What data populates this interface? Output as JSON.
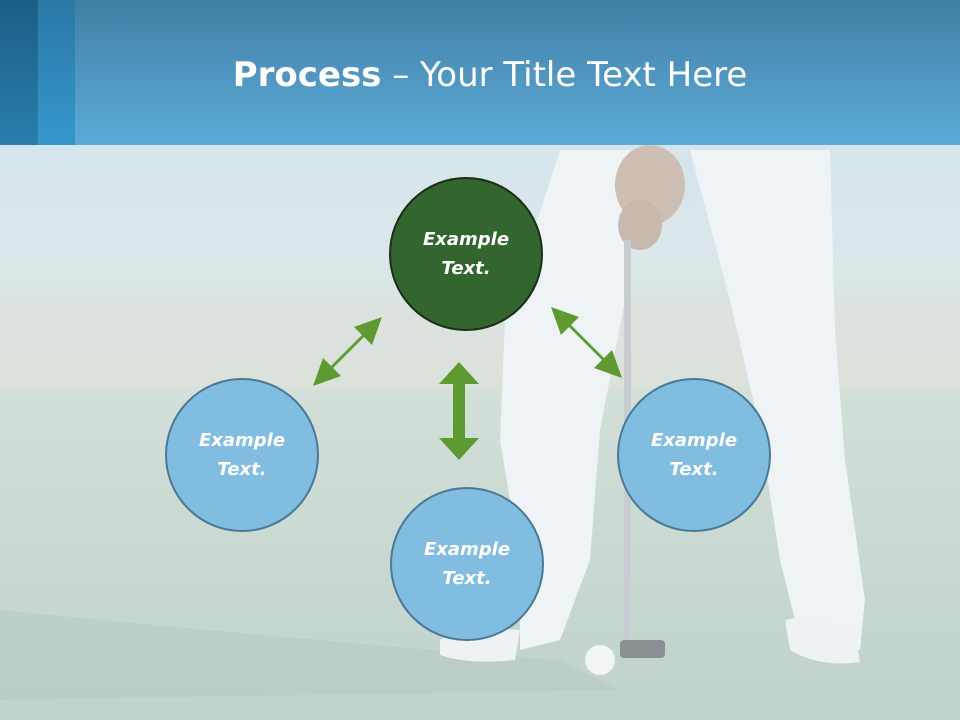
{
  "title": {
    "bold": "Process",
    "rest": " – Your Title Text Here"
  },
  "nodes": [
    {
      "label": "Example Text.",
      "color": "#33652f"
    },
    {
      "label": "Example Text.",
      "color": "#80bde0"
    },
    {
      "label": "Example Text.",
      "color": "#80bde0"
    },
    {
      "label": "Example Text.",
      "color": "#80bde0"
    }
  ],
  "colors": {
    "header": "#4e93bd",
    "arrow": "#5e9a32",
    "center_node": "#33652f",
    "outer_node": "#80bde0"
  }
}
